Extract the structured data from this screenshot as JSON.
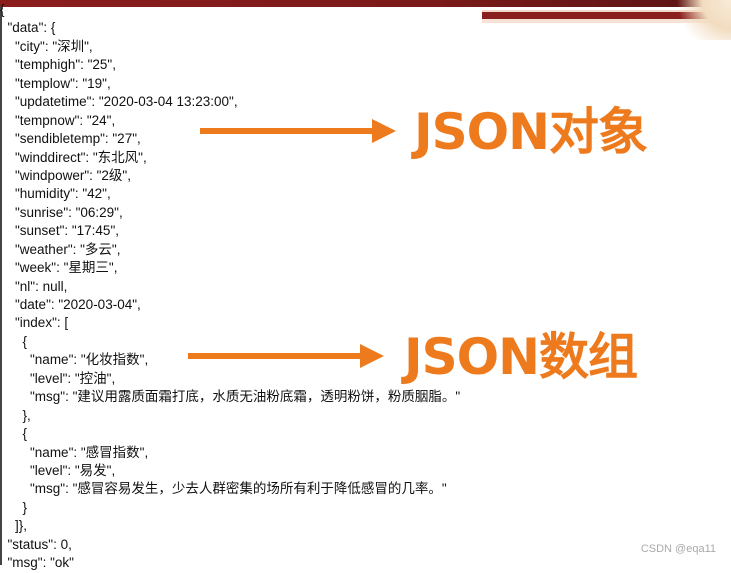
{
  "code_lines": [
    "{",
    "  \"data\": {",
    "    \"city\": \"深圳\",",
    "    \"temphigh\": \"25\",",
    "    \"templow\": \"19\",",
    "    \"updatetime\": \"2020-03-04 13:23:00\",",
    "    \"tempnow\": \"24\",",
    "    \"sendibletemp\": \"27\",",
    "    \"winddirect\": \"东北风\",",
    "    \"windpower\": \"2级\",",
    "    \"humidity\": \"42\",",
    "    \"sunrise\": \"06:29\",",
    "    \"sunset\": \"17:45\",",
    "    \"weather\": \"多云\",",
    "    \"week\": \"星期三\",",
    "    \"nl\": null,",
    "    \"date\": \"2020-03-04\",",
    "    \"index\": [",
    "      {",
    "        \"name\": \"化妆指数\",",
    "        \"level\": \"控油\",",
    "        \"msg\": \"建议用露质面霜打底，水质无油粉底霜，透明粉饼，粉质胭脂。\"",
    "      },",
    "      {",
    "        \"name\": \"感冒指数\",",
    "        \"level\": \"易发\",",
    "        \"msg\": \"感冒容易发生，少去人群密集的场所有利于降低感冒的几率。\"",
    "      }",
    "    ]},",
    "  \"status\": 0,",
    "  \"msg\": \"ok\""
  ],
  "annotations": {
    "object_label": "JSON对象",
    "array_label": "JSON数组"
  },
  "watermark": "CSDN @eqa11",
  "colors": {
    "accent": "#ee7a1e",
    "bar": "#8c1d1d"
  }
}
